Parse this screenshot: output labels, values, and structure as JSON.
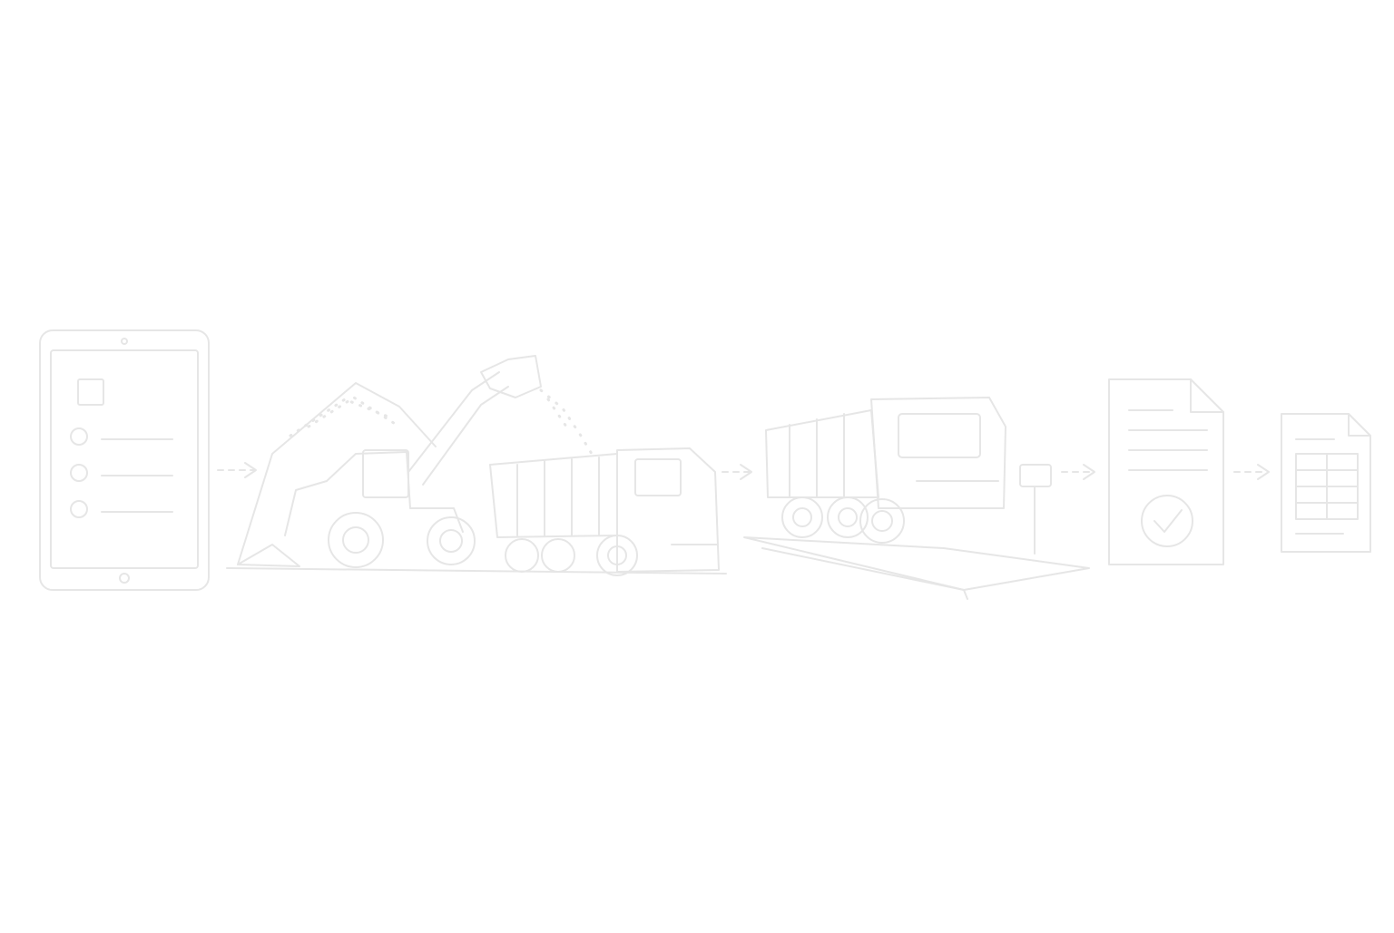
{
  "diagram": {
    "type": "process-flow",
    "line_color": "#e6e6e6",
    "steps": [
      {
        "id": "order",
        "icon": "tablet-checklist-icon"
      },
      {
        "id": "loading",
        "icon": "wheel-loader-loading-dump-truck-icon"
      },
      {
        "id": "weighing",
        "icon": "dump-truck-on-weighbridge-icon"
      },
      {
        "id": "approval",
        "icon": "document-checkmark-icon"
      },
      {
        "id": "invoice",
        "icon": "invoice-document-icon"
      }
    ],
    "connectors": [
      {
        "from": "order",
        "to": "loading",
        "icon": "arrow-right-icon"
      },
      {
        "from": "loading",
        "to": "weighing",
        "icon": "arrow-right-icon"
      },
      {
        "from": "weighing",
        "to": "approval",
        "icon": "arrow-right-icon"
      },
      {
        "from": "approval",
        "to": "invoice",
        "icon": "arrow-right-icon"
      }
    ]
  }
}
